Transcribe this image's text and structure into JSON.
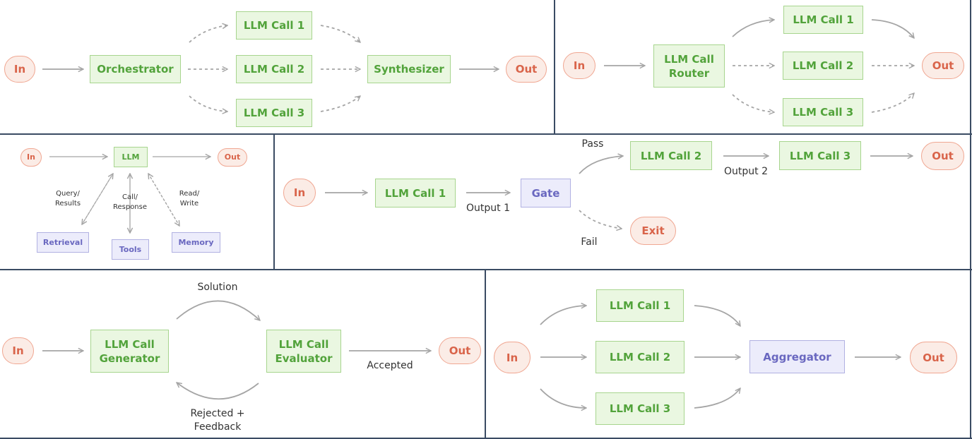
{
  "orchestrator_panel": {
    "in": "In",
    "orchestrator": "Orchestrator",
    "call1": "LLM Call 1",
    "call2": "LLM Call 2",
    "call3": "LLM Call 3",
    "synthesizer": "Synthesizer",
    "out": "Out"
  },
  "routing_panel": {
    "in": "In",
    "router": "LLM Call\nRouter",
    "call1": "LLM Call 1",
    "call2": "LLM Call 2",
    "call3": "LLM Call 3",
    "out": "Out"
  },
  "augmented_llm_panel": {
    "in": "In",
    "llm": "LLM",
    "out": "Out",
    "query_label": "Query/\nResults",
    "call_label": "Call/\nResponse",
    "readwrite_label": "Read/\nWrite",
    "retrieval": "Retrieval",
    "tools": "Tools",
    "memory": "Memory"
  },
  "chain_panel": {
    "in": "In",
    "call1": "LLM Call 1",
    "output1": "Output 1",
    "gate": "Gate",
    "pass": "Pass",
    "fail": "Fail",
    "call2": "LLM Call 2",
    "output2": "Output 2",
    "call3": "LLM Call 3",
    "out": "Out",
    "exit": "Exit"
  },
  "evaluator_panel": {
    "in": "In",
    "generator": "LLM Call\nGenerator",
    "evaluator": "LLM Call\nEvaluator",
    "solution": "Solution",
    "rejected": "Rejected +\nFeedback",
    "accepted": "Accepted",
    "out": "Out"
  },
  "parallel_panel": {
    "in": "In",
    "call1": "LLM Call 1",
    "call2": "LLM Call 2",
    "call3": "LLM Call 3",
    "aggregator": "Aggregator",
    "out": "Out"
  },
  "colors": {
    "green_fill": "#eaf7e1",
    "green_text": "#52a33b",
    "io_fill": "#fbece6",
    "io_text": "#d9644a",
    "tool_fill": "#ececfb",
    "tool_text": "#6a68c0",
    "divider": "#3a4b63",
    "arrow": "#a5a5a5"
  }
}
